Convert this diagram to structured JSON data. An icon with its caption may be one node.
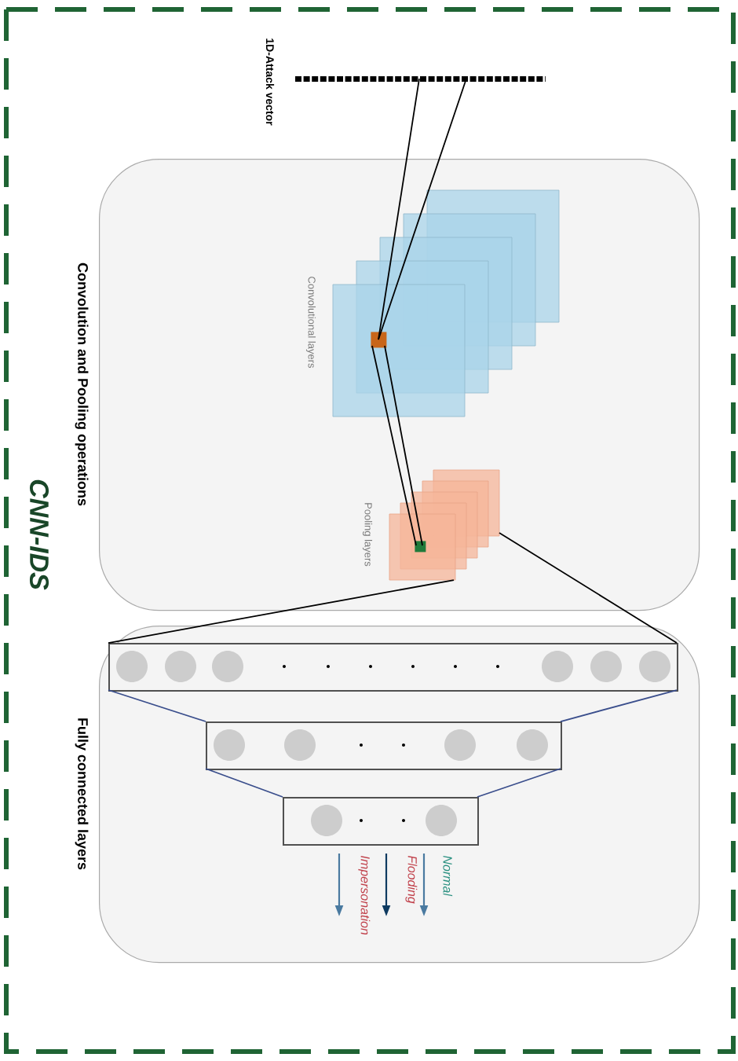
{
  "diagram": {
    "title": "CNN-IDS",
    "nodes": [
      {
        "text": [
          "Convolution and Pooling operations"
        ]
      },
      {
        "text": [
          "Fully connected layers"
        ]
      },
      {
        "text": [
          "1D-Attack vector"
        ]
      },
      {
        "text": [
          "Convolutional layers"
        ],
        "in": 0
      },
      {
        "text": [
          "Pooling layers"
        ],
        "in": 0
      },
      {
        "text": [],
        "shape": "box",
        "in": 3
      },
      {
        "text": [],
        "shape": "box",
        "in": 4
      },
      {
        "text": [],
        "shape": "box",
        "in": 1
      },
      {
        "text": [],
        "shape": "box",
        "in": 1
      },
      {
        "text": [],
        "shape": "box",
        "in": 1
      }
    ],
    "edges": [
      {
        "from": 2,
        "to": 5,
        "arrow": "none"
      },
      {
        "from": 2,
        "to": 5,
        "arrow": "none"
      },
      {
        "from": 5,
        "to": 6,
        "arrow": "none"
      },
      {
        "from": 5,
        "to": 6,
        "arrow": "none"
      },
      {
        "from": 4,
        "to": 7,
        "arrow": "none"
      },
      {
        "from": 4,
        "to": 7,
        "arrow": "none"
      },
      {
        "from": 7,
        "to": 8,
        "arrow": "none",
        "color": "#3a4e8c"
      },
      {
        "from": 7,
        "to": 8,
        "arrow": "none",
        "color": "#3a4e8c"
      },
      {
        "from": 8,
        "to": 9,
        "arrow": "none",
        "color": "#3a4e8c"
      },
      {
        "from": 8,
        "to": 9,
        "arrow": "none",
        "color": "#3a4e8c"
      },
      {
        "from": 9,
        "to": null,
        "arrow": "to",
        "label": "Normal",
        "color": "#4a7aa0"
      },
      {
        "from": 9,
        "to": null,
        "arrow": "to",
        "label": "Flooding",
        "color": "#0e3a60"
      },
      {
        "from": 9,
        "to": null,
        "arrow": "to",
        "label": "Impersonation",
        "color": "#4a7aa0"
      }
    ]
  }
}
